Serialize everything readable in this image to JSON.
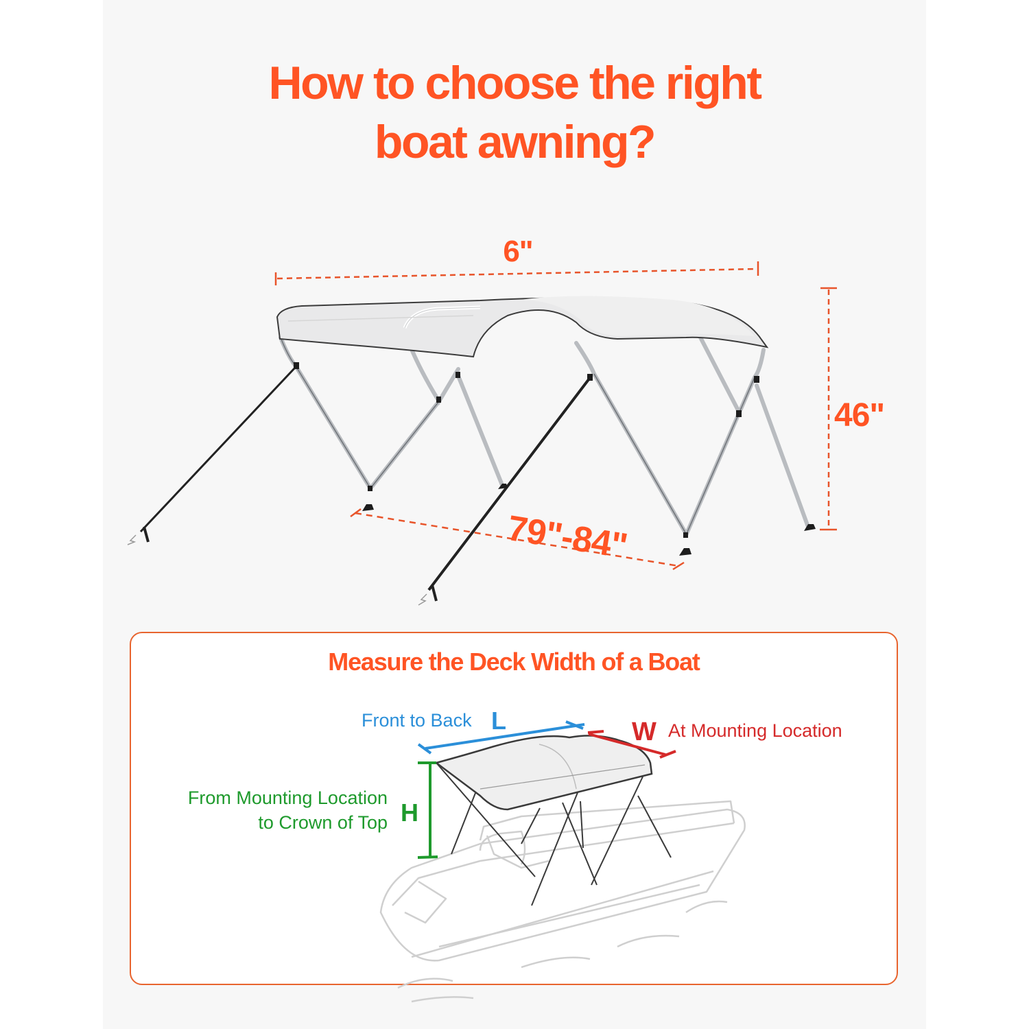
{
  "title": {
    "line1": "How to choose the right",
    "line2": "boat awning?"
  },
  "dimensions": {
    "width": "6\"",
    "height": "46\"",
    "depth": "79\"-84\""
  },
  "deck_card": {
    "title": "Measure the Deck Width of a Boat",
    "length_label": "Front to Back",
    "length_letter": "L",
    "width_letter": "W",
    "width_label": "At Mounting Location",
    "height_label_line1": "From Mounting Location",
    "height_label_line2": "to Crown of Top",
    "height_letter": "H"
  },
  "colors": {
    "accent": "#ff5424",
    "card_border": "#e8642e",
    "length": "#2b8fd9",
    "width": "#d52a2a",
    "height": "#1e9a2c",
    "panel_bg": "#f7f7f7"
  },
  "icons": {
    "product": "bimini-top-canopy-illustration",
    "boat": "boat-with-bimini-sketch"
  }
}
